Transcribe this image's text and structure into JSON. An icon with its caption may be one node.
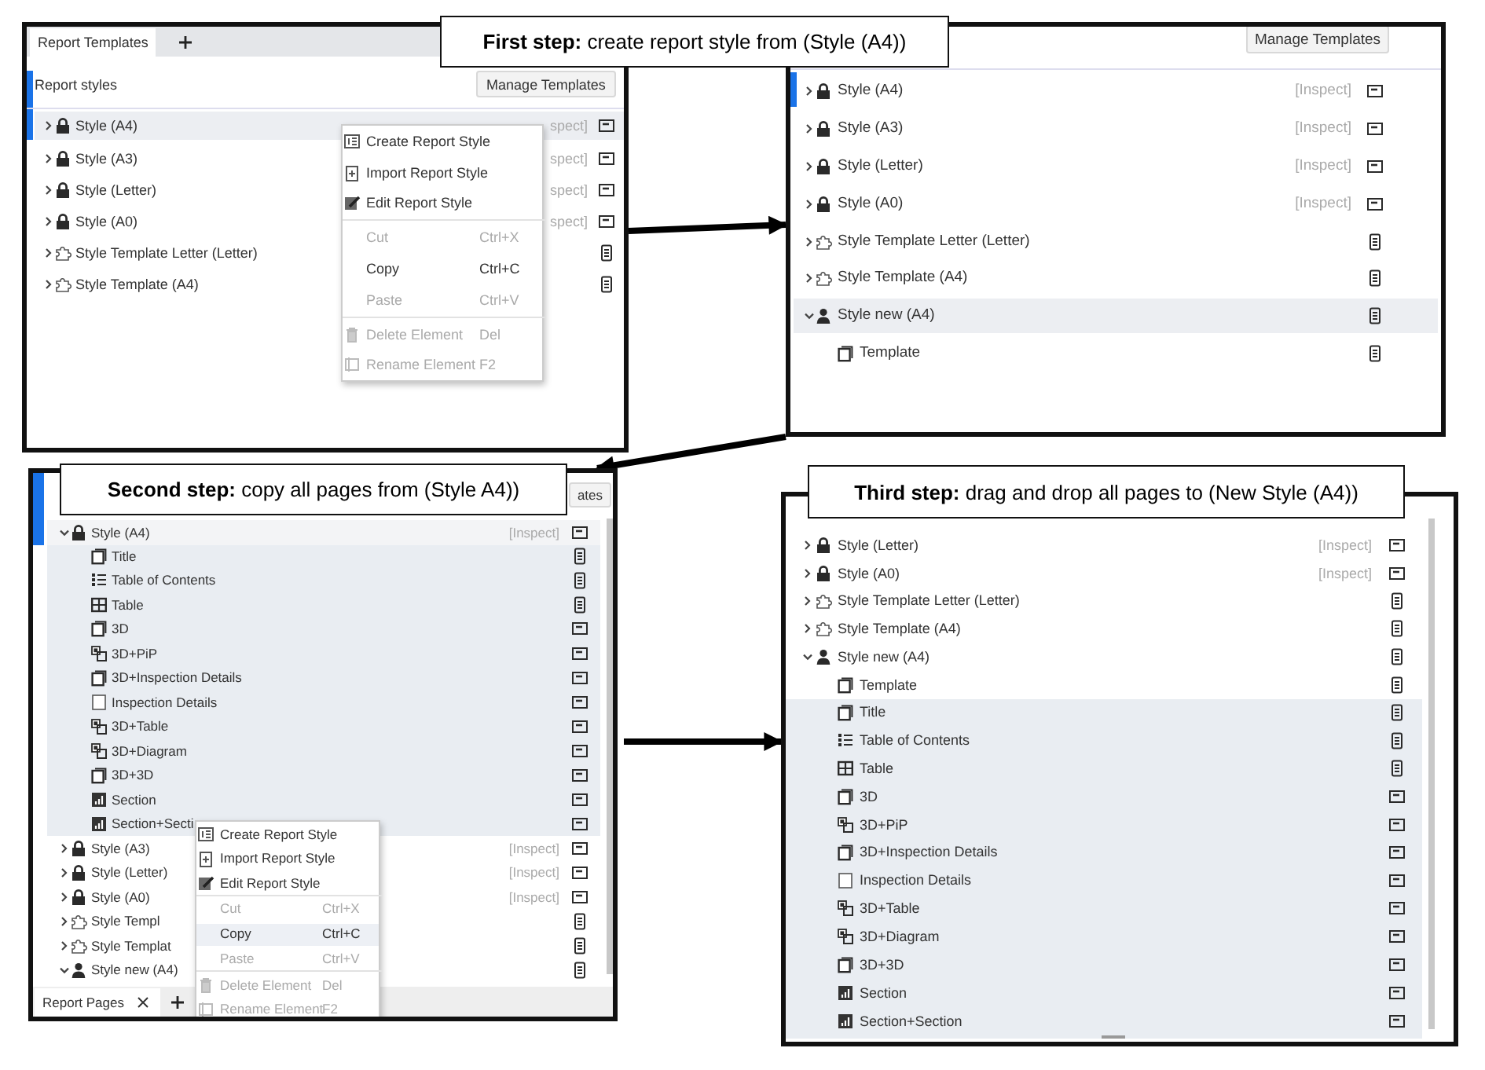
{
  "diagram": {
    "nodes": [
      {
        "text": [
          "Report Templates",
          "Report styles",
          "Manage Templates",
          "Style (A4)",
          "Style (A3)",
          "Style (Letter)",
          "Style (A0)",
          "Style Template Letter (Letter)",
          "Style Template (A4)",
          "spect]",
          "spect]",
          "spect]",
          "spect]",
          "Create Report Style",
          "Import Report Style",
          "Edit Report Style",
          "Cut",
          "Ctrl+X",
          "Copy",
          "Ctrl+C",
          "Paste",
          "Ctrl+V",
          "Delete Element",
          "Del",
          "Rename Element",
          "F2"
        ]
      },
      {
        "text": [
          "**First step:** create report style from (Style (A4))"
        ]
      },
      {
        "text": [
          "Manage Templates",
          "Style (A4)",
          "[Inspect]",
          "Style (A3)",
          "[Inspect]",
          "Style (Letter)",
          "[Inspect]",
          "Style (A0)",
          "[Inspect]",
          "Style Template Letter (Letter)",
          "Style Template (A4)",
          "Style new (A4)",
          "Template"
        ]
      },
      {
        "text": [
          "ates",
          "Style (A4)",
          "[Inspect]",
          "Title",
          "Table of Contents",
          "Table",
          "3D",
          "3D+PiP",
          "3D+Inspection Details",
          "Inspection Details",
          "3D+Table",
          "3D+Diagram",
          "3D+3D",
          "Section",
          "Section+Secti",
          "Style (A3)",
          "[Inspect]",
          "Style (Letter)",
          "[Inspect]",
          "Style (A0)",
          "[Inspect]",
          "Style Templ",
          "Style Templat",
          "Style new (A4)",
          "Report Pages",
          "Create Report Style",
          "Import Report Style",
          "Edit Report Style",
          "Cut",
          "Ctrl+X",
          "Copy",
          "Ctrl+C",
          "Paste",
          "Ctrl+V",
          "Delete Element",
          "Del",
          "Rename Element",
          "F2"
        ]
      },
      {
        "text": [
          "**Second step:** copy all pages from (Style A4))"
        ]
      },
      {
        "text": [
          "Style (Letter)",
          "[Inspect]",
          "Style (A0)",
          "[Inspect]",
          "Style Template Letter (Letter)",
          "Style Template (A4)",
          "Style new (A4)",
          "Template",
          "Title",
          "Table of Contents",
          "Table",
          "3D",
          "3D+PiP",
          "3D+Inspection Details",
          "Inspection Details",
          "3D+Table",
          "3D+Diagram",
          "3D+3D",
          "Section",
          "Section+Section"
        ]
      },
      {
        "text": [
          "**Third step:** drag and drop all pages to (New Style (A4))"
        ]
      }
    ],
    "edges": [
      {
        "from": 0,
        "to": 2,
        "arrow": "to"
      },
      {
        "from": 2,
        "to": 3,
        "arrow": "to"
      },
      {
        "from": 3,
        "to": 5,
        "arrow": "to"
      }
    ]
  }
}
